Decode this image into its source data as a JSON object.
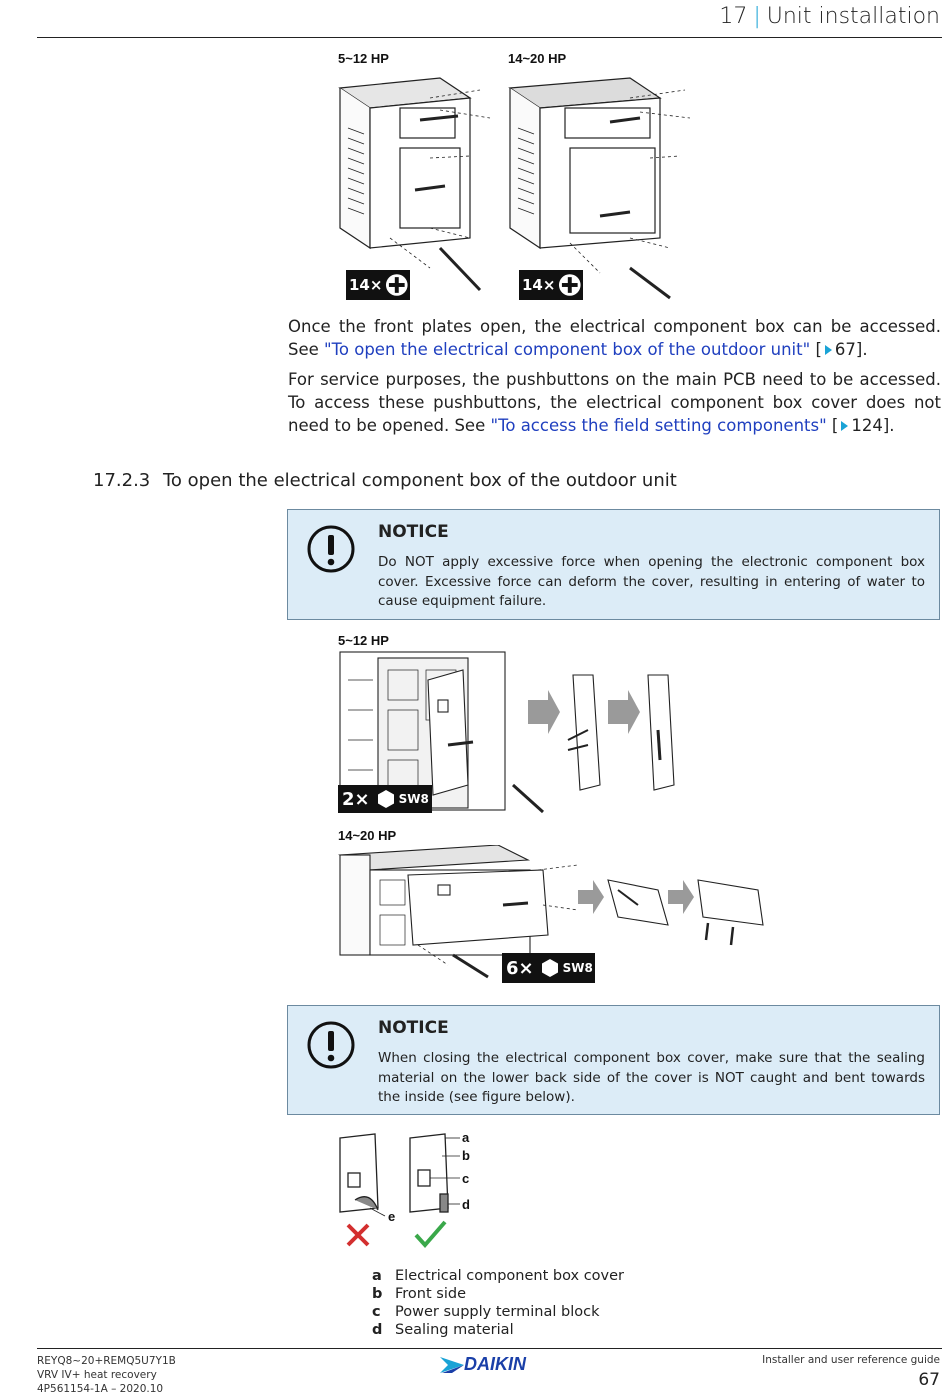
{
  "header": {
    "chapter_number": "17",
    "chapter_title": "Unit installation"
  },
  "figure_front_plates": {
    "label_small": "5~12 HP",
    "label_large": "14~20 HP",
    "screw_count_small": "14×",
    "screw_count_large": "14×"
  },
  "paragraphs": {
    "p1_prefix": "Once the front plates open, the electrical component box can be accessed. See ",
    "p1_link": "\"To open the electrical component box of the outdoor unit\"",
    "p1_ref_open": " [",
    "p1_ref_page": "67",
    "p1_ref_close": "].",
    "p2_prefix": "For service purposes, the pushbuttons on the main PCB need to be accessed. To access these pushbuttons, the electrical component box cover does not need to be opened. See ",
    "p2_link": "\"To access the field setting components\"",
    "p2_ref_open": " [",
    "p2_ref_page": "124",
    "p2_ref_close": "]."
  },
  "section": {
    "number": "17.2.3",
    "title": "To open the electrical component box of the outdoor unit"
  },
  "notice1": {
    "title": "NOTICE",
    "text": "Do NOT apply excessive force when opening the electronic component box cover. Excessive force can deform the cover, resulting in entering of water to cause equipment failure."
  },
  "figure_box": {
    "label_small": "5~12 HP",
    "label_large": "14~20 HP",
    "count_small": "2×",
    "count_large": "6×",
    "tool": "SW8"
  },
  "notice2": {
    "title": "NOTICE",
    "text": "When closing the electrical component box cover, make sure that the sealing material on the lower back side of the cover is NOT caught and bent towards the inside (see figure below)."
  },
  "figure_seal": {
    "labels": [
      "a",
      "b",
      "c",
      "d",
      "e"
    ]
  },
  "legend": [
    {
      "key": "a",
      "value": "Electrical component box cover"
    },
    {
      "key": "b",
      "value": "Front side"
    },
    {
      "key": "c",
      "value": "Power supply terminal block"
    },
    {
      "key": "d",
      "value": "Sealing material"
    }
  ],
  "footer": {
    "model": "REYQ8~20+REMQ5U7Y1B",
    "series": "VRV IV+ heat recovery",
    "doc_id": "4P561154-1A – 2020.10",
    "brand": "DAIKIN",
    "guide": "Installer and user reference guide",
    "page": "67"
  },
  "colors": {
    "accent": "#1aa3d6",
    "link": "#1f3fbf",
    "notice_bg": "#dcecf7",
    "cross": "#d32f2f",
    "check": "#3aa84a",
    "brand": "#1a3fa8"
  }
}
